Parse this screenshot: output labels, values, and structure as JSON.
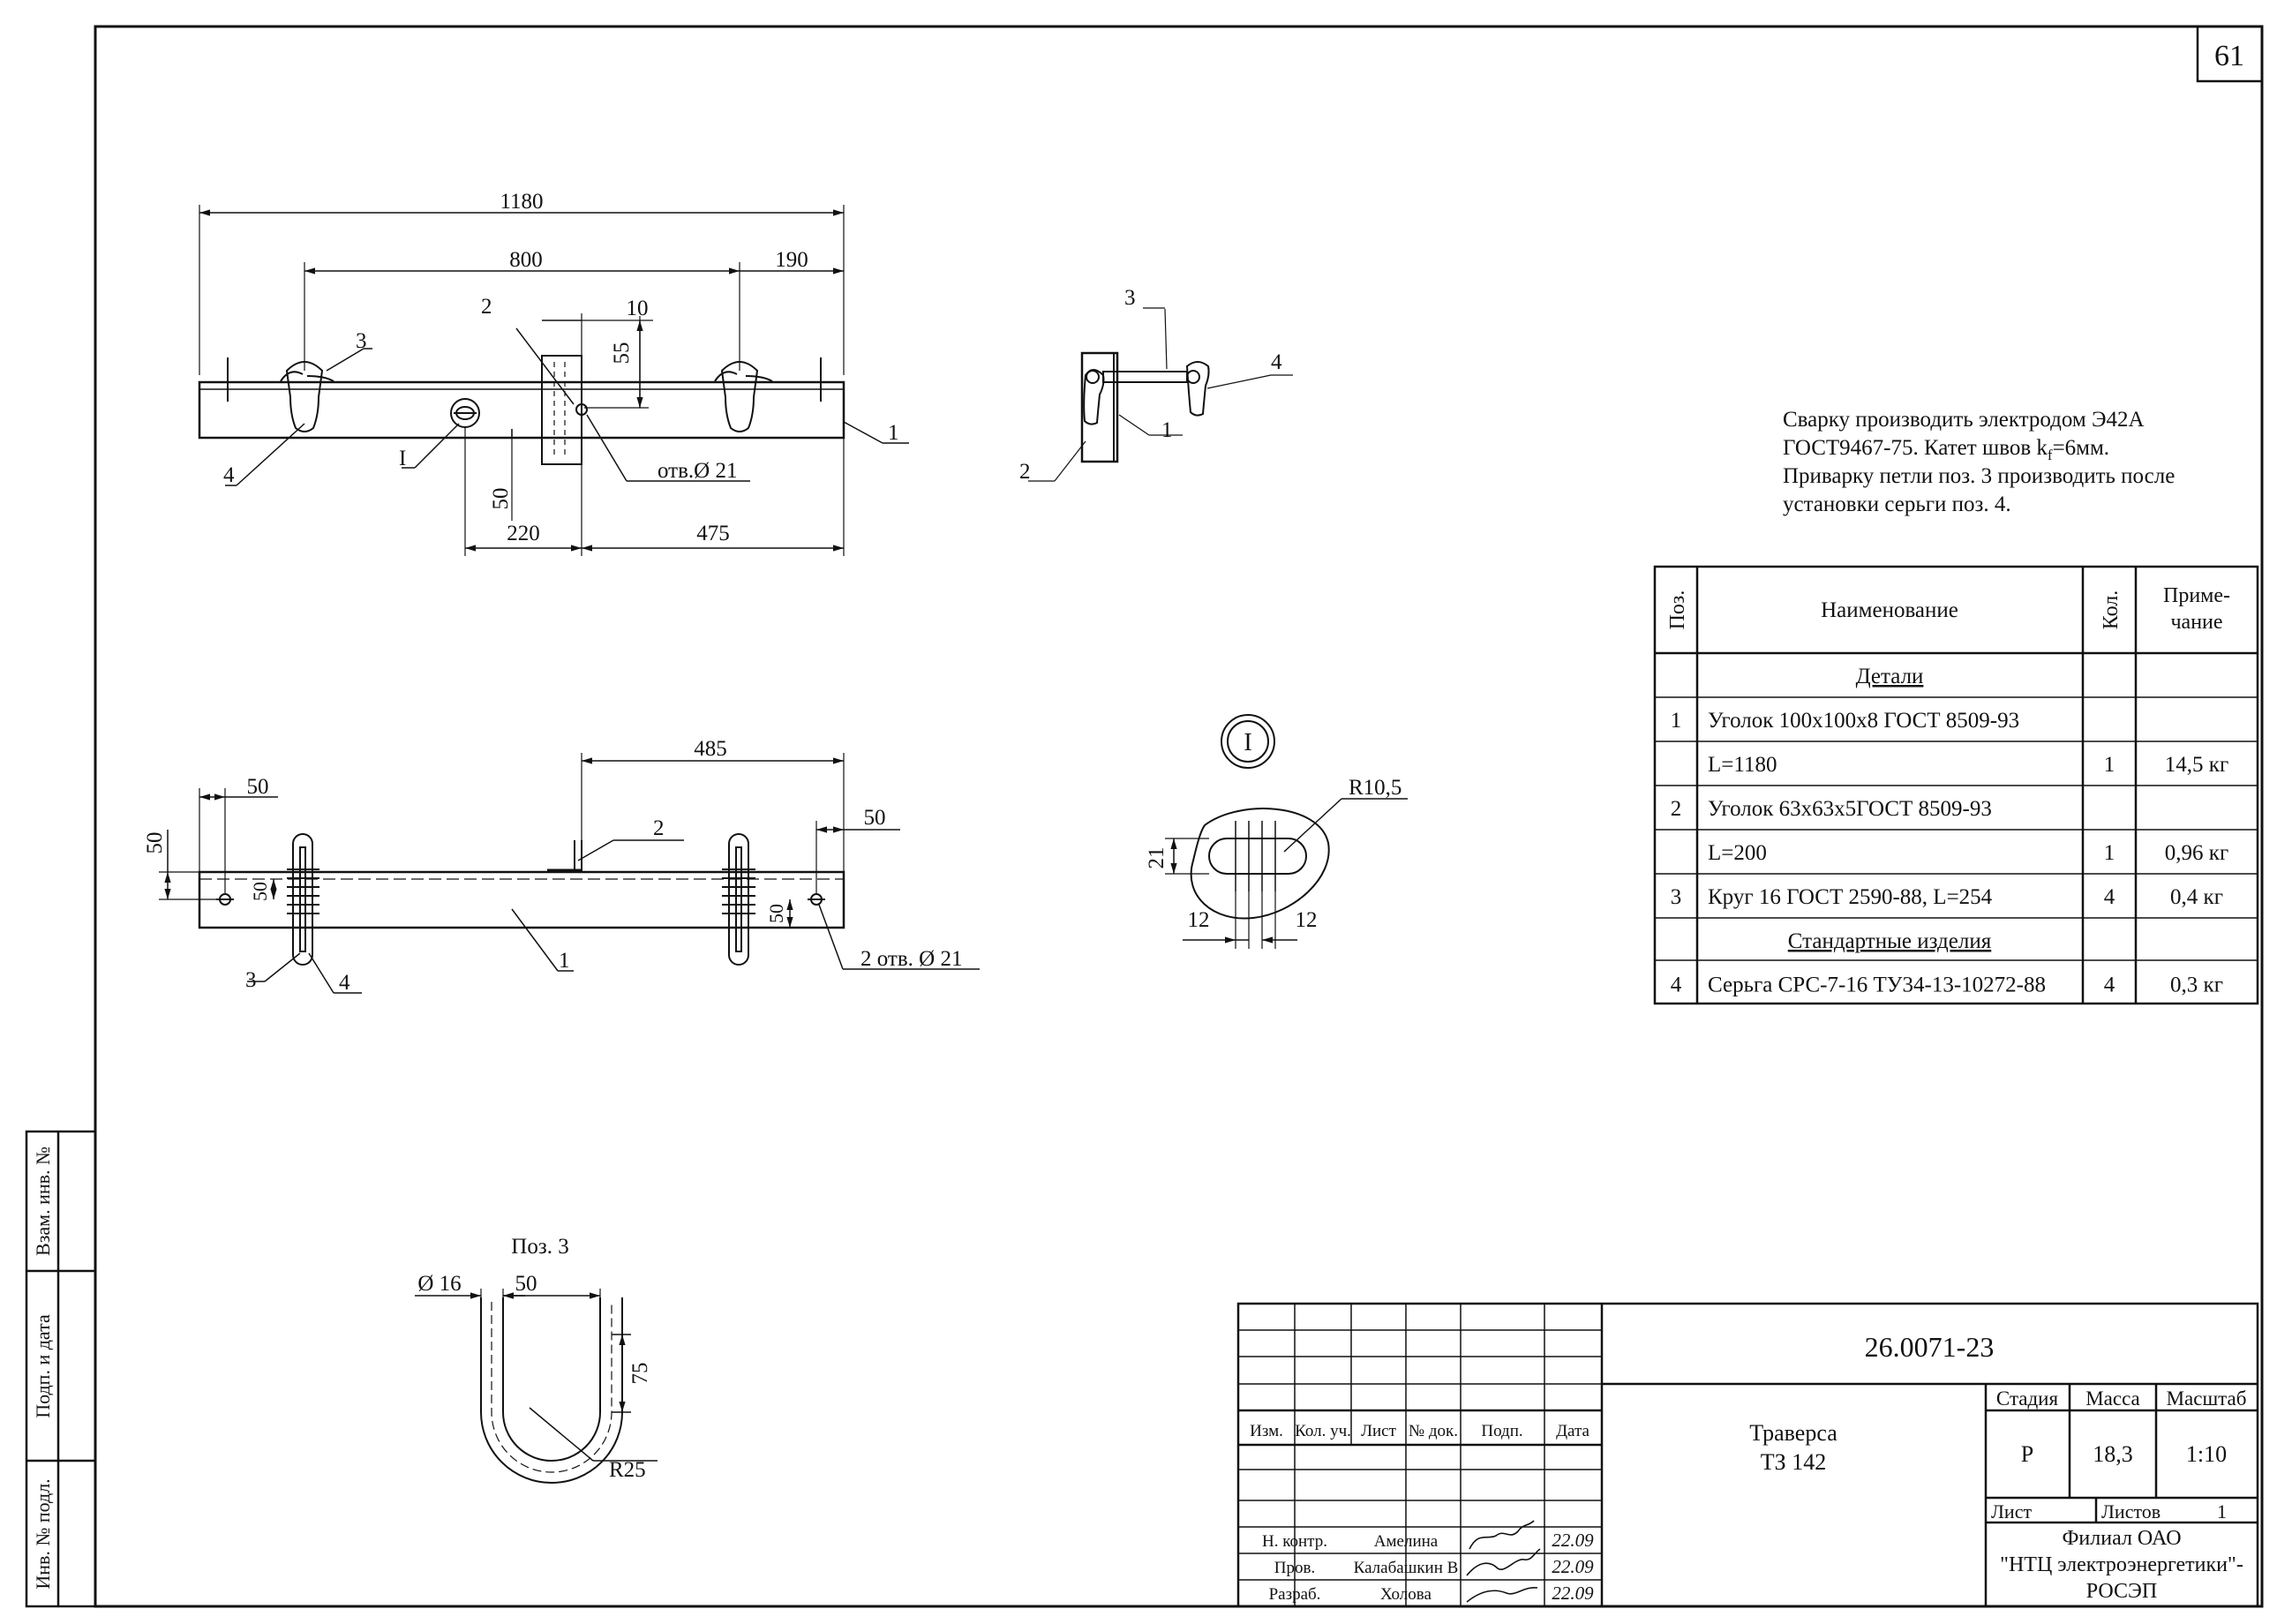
{
  "sheet_number": "61",
  "side_stamps": {
    "vzam_inv": "Взам. инв. №",
    "podp_data": "Подп. и дата",
    "inv_podl": "Инв. № подл."
  },
  "view_top": {
    "dims": {
      "total": "1180",
      "d800": "800",
      "d190": "190",
      "d10": "10",
      "d55": "55",
      "d50": "50",
      "d220": "220",
      "d475": "475"
    },
    "labels": {
      "p1": "1",
      "p2": "2",
      "p3": "3",
      "p4": "4",
      "detail_ref": "I",
      "hole": "отв.Ø 21"
    }
  },
  "view_side": {
    "labels": {
      "p1": "1",
      "p2": "2",
      "p3": "3",
      "p4": "4"
    }
  },
  "view_bottom": {
    "dims": {
      "d485": "485",
      "d50_left": "50",
      "d50_left_v": "50",
      "d50_inner_l": "50",
      "d50_right": "50",
      "d50_inner_r": "50"
    },
    "labels": {
      "p1": "1",
      "p2": "2",
      "p3": "3",
      "p4": "4",
      "holes": "2 отв. Ø 21"
    }
  },
  "detail_I": {
    "mark": "I",
    "radius": "R10,5",
    "d21": "21",
    "d12_left": "12",
    "d12_right": "12"
  },
  "pos3": {
    "title": "Поз. 3",
    "dia": "Ø 16",
    "d50": "50",
    "d75": "75",
    "radius": "R25"
  },
  "notes": {
    "line1": "Сварку производить электродом Э42А",
    "line2a": "ГОСТ9467-75. Катет швов k",
    "line2sub": "f",
    "line2b": "=6мм.",
    "line3": "Приварку петли поз. 3 производить после",
    "line4": "установки серьги поз. 4."
  },
  "spec_table": {
    "headers": {
      "pos": "Поз.",
      "name": "Наименование",
      "qty": "Кол.",
      "note1": "Приме-",
      "note2": "чание"
    },
    "rows": [
      {
        "pos": "",
        "name": "Детали",
        "qty": "",
        "note": "",
        "section": true
      },
      {
        "pos": "1",
        "name": "Уголок 100х100х8 ГОСТ 8509-93",
        "qty": "",
        "note": ""
      },
      {
        "pos": "",
        "name": "L=1180",
        "qty": "1",
        "note": "14,5 кг"
      },
      {
        "pos": "2",
        "name": "Уголок 63х63х5ГОСТ 8509-93",
        "qty": "",
        "note": ""
      },
      {
        "pos": "",
        "name": "L=200",
        "qty": "1",
        "note": "0,96 кг"
      },
      {
        "pos": "3",
        "name": "Круг 16 ГОСТ 2590-88, L=254",
        "qty": "4",
        "note": "0,4 кг"
      },
      {
        "pos": "",
        "name": "Стандартные изделия",
        "qty": "",
        "note": "",
        "section": true
      },
      {
        "pos": "4",
        "name": "Серьга СРС-7-16 ТУ34-13-10272-88",
        "qty": "4",
        "note": "0,3 кг"
      }
    ]
  },
  "title_block": {
    "doc_code": "26.0071-23",
    "col_headers": {
      "izm": "Изм.",
      "kol_uch": "Кол. уч.",
      "list": "Лист",
      "ndok": "№ док.",
      "podp": "Подп.",
      "data": "Дата"
    },
    "roles": [
      {
        "role": "Н. контр.",
        "name": "Амелина",
        "date": "22.09"
      },
      {
        "role": "Пров.",
        "name": "Калабашкин В",
        "date": "22.09"
      },
      {
        "role": "Разраб.",
        "name": "Холова",
        "date": "22.09"
      }
    ],
    "title1": "Траверса",
    "title2": "ТЗ 142",
    "stage_label": "Стадия",
    "mass_label": "Масса",
    "scale_label": "Масштаб",
    "stage": "Р",
    "mass": "18,3",
    "scale": "1:10",
    "sheet_label": "Лист",
    "sheets_label": "Листов",
    "sheets_value": "1",
    "org1": "Филиал ОАО",
    "org2": "\"НТЦ электроэнергетики\"-",
    "org3": "РОСЭП"
  }
}
